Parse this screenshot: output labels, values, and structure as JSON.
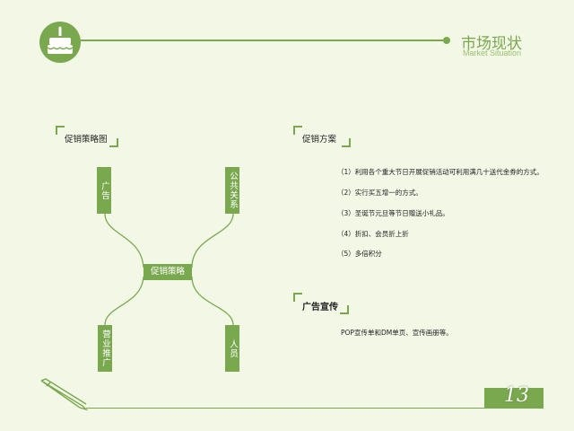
{
  "header": {
    "title": "市场现状",
    "subtitle": "Market Situation",
    "logo_icon": "cake-icon"
  },
  "strategy": {
    "heading": "促销策略图",
    "center": "促销策略",
    "branches": {
      "top_left": "广告",
      "top_right": "公共关系",
      "bottom_left": "营业推广",
      "bottom_right": "人员"
    }
  },
  "plan": {
    "heading": "促销方案",
    "items": [
      "（1）利用各个重大节日开展促销活动可利用满几十送代金券的方式。",
      "（2）实行买五增一的方式。",
      "（3）圣诞节元旦等节日赠送小礼品。",
      "（4）折扣、会员折上折",
      "（5）多倍积分"
    ]
  },
  "ad": {
    "heading": "广告宣传",
    "text": "POP宣传单和DM单页、宣传画册等。"
  },
  "footer": {
    "page_number": "13",
    "pen_icon": "pen-icon"
  },
  "colors": {
    "accent": "#7aa84f",
    "background": "#f2f7e6"
  }
}
